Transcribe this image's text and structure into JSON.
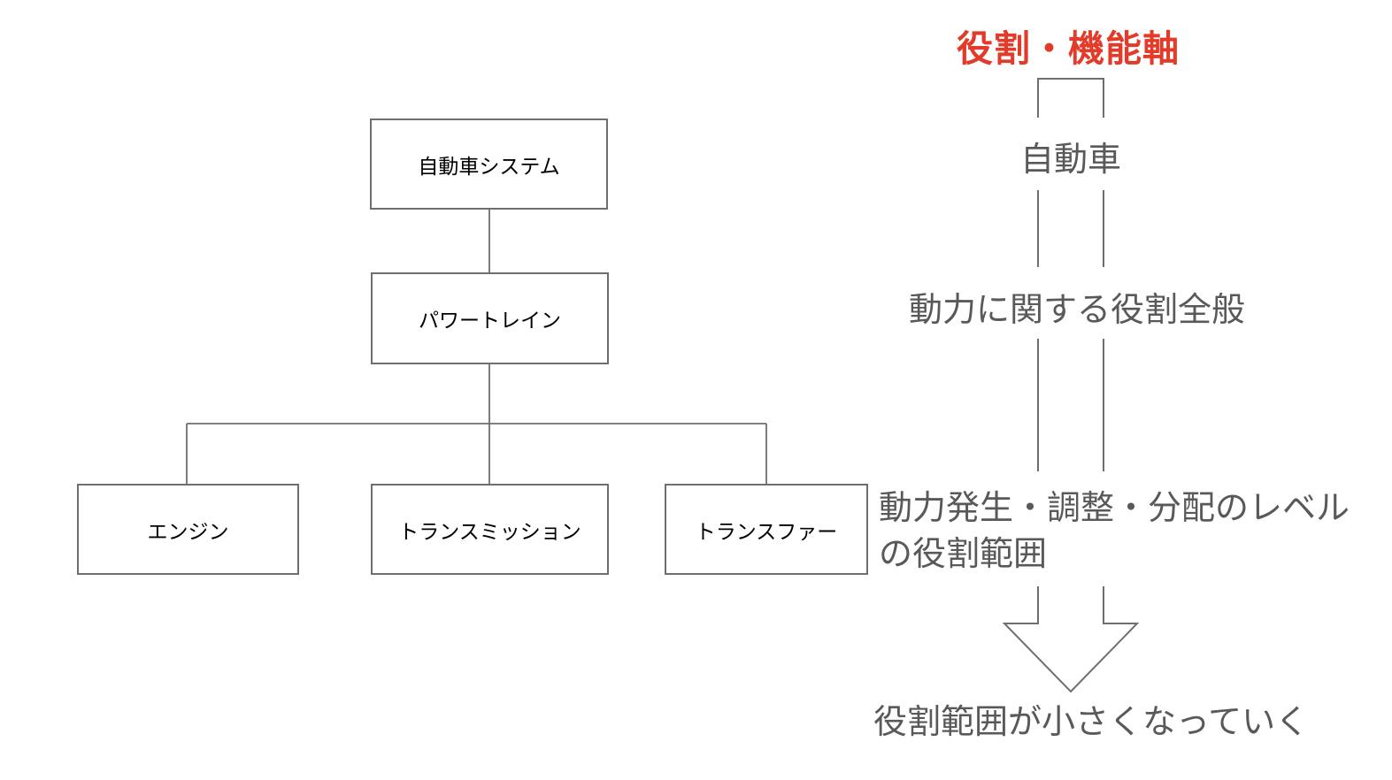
{
  "colors": {
    "accent_red": "#e23b2a",
    "label_gray": "#595959",
    "line_gray": "#6e6e6e",
    "box_text": "#000000",
    "background": "#ffffff"
  },
  "tree": {
    "root": {
      "label": "自動車システム"
    },
    "mid": {
      "label": "パワートレイン"
    },
    "leaves": [
      {
        "label": "エンジン"
      },
      {
        "label": "トランスミッション"
      },
      {
        "label": "トランスファー"
      }
    ]
  },
  "axis": {
    "title": "役割・機能軸",
    "level1": "自動車",
    "level2": "動力に関する役割全般",
    "level3_lines": [
      "動力発生・調整・分配のレベル",
      "の役割範囲"
    ],
    "footer": "役割範囲が小さくなっていく"
  }
}
